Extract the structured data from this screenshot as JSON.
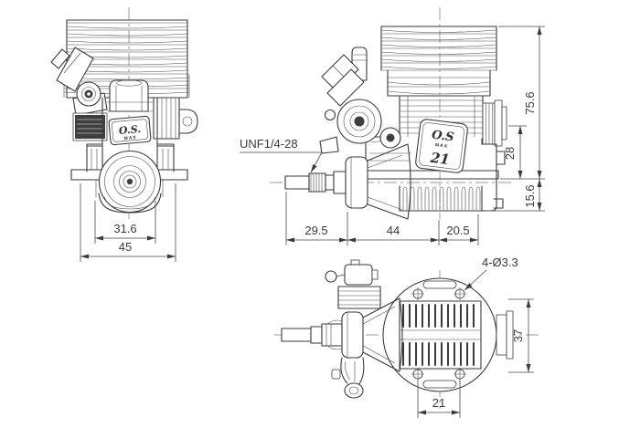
{
  "colors": {
    "line": "#3a3a3a",
    "dim": "#4a4a4a",
    "background": "#ffffff"
  },
  "front_view": {
    "logo": {
      "script": "O.S.",
      "sub": "MAX"
    },
    "dimensions": {
      "crankcase_width": "31.6",
      "mount_width": "45"
    }
  },
  "side_view": {
    "logo": {
      "script": "O.S",
      "sub": "MAX",
      "number": "21"
    },
    "thread_label": "UNF1/4-28",
    "dimensions": {
      "shaft_length": "29.5",
      "front_length": "44",
      "rear_length": "20.5",
      "height_above_mount": "75.6",
      "exhaust_height": "28",
      "height_below_mount": "15.6"
    }
  },
  "top_view": {
    "hole_label": "4-Ø3.3",
    "dimensions": {
      "flange_width": "37",
      "hole_spacing": "21"
    }
  }
}
